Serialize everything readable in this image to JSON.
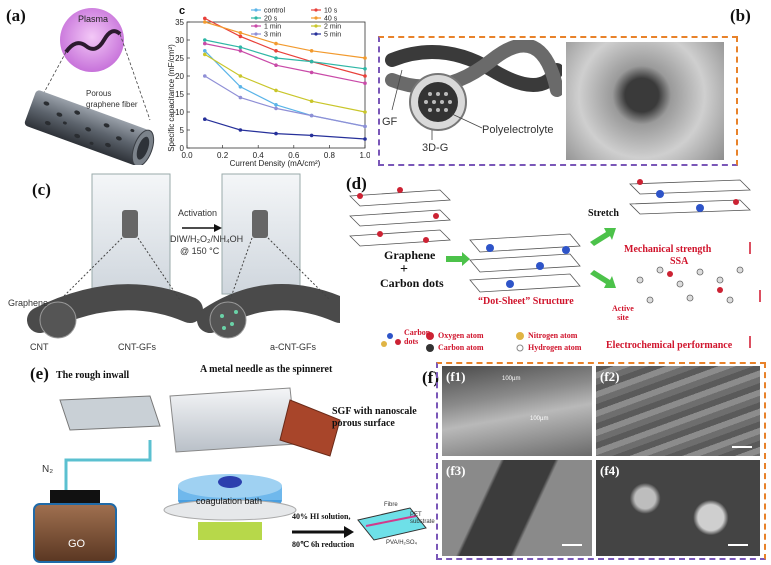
{
  "panels": {
    "a": {
      "tag": "(a)",
      "plasma": "Plasma",
      "fiber": "Porous\ngraphene fiber"
    },
    "b": {
      "tag": "(b)",
      "gf": "GF",
      "g3d": "3D-G",
      "poly": "Polyelectrolyte"
    },
    "c": {
      "tag": "(c)",
      "activation": "Activation",
      "cond1": "DIW/H₂O₂/NH₄OH",
      "cond2": "@ 150 °C",
      "graphene": "Graphene",
      "cnt": "CNT",
      "cntgf": "CNT-GFs",
      "acntgf": "a-CNT-GFs"
    },
    "d": {
      "tag": "(d)",
      "stretch": "Stretch",
      "graphene": "Graphene",
      "plus": "+",
      "cdots": "Carbon dots",
      "dotsheet": "“Dot-Sheet” Structure",
      "mech1": "Mechanical strength",
      "mech2": "SSA",
      "active": "Active\nsite",
      "legend_cdots": "Carbon\ndots",
      "oxygen": "Oxygen atom",
      "nitrogen": "Nitrogen atom",
      "carbon": "Carbon atom",
      "hydrogen": "Hydrogen atom",
      "electro": "Electrochemical performance"
    },
    "e": {
      "tag": "(e)",
      "inwall": "The rough inwall",
      "needle": "A metal needle as the spinneret",
      "sgf": "SGF with nanoscale\nporous surface",
      "n2": "N₂",
      "go": "GO",
      "bath": "coagulation bath",
      "hi1": "40% HI solution,",
      "hi2": "80℃ 6h reduction",
      "fibre": "Fibre",
      "pet": "PET\nsubstrate",
      "pva": "PVA/H₂SO₄"
    },
    "f": {
      "tag": "(f)",
      "f1": "(f1)",
      "f2": "(f2)",
      "f3": "(f3)",
      "f4": "(f4)",
      "s1": "100µm",
      "s2": "100µm"
    }
  },
  "colors": {
    "orange_dash": "#e8822a",
    "purple_dash": "#7a57b8",
    "plasma": "#d98ce8",
    "highlight_red": "#d0142c",
    "sem_gray": "#5d5d5d",
    "bath_blue": "#4a9fe0"
  },
  "chart_data": {
    "type": "line",
    "title": "c",
    "xlabel": "Current Density (mA/cm²)",
    "ylabel": "Specific capacitance (mF/cm²)",
    "xlim": [
      0,
      1.0
    ],
    "ylim": [
      0,
      35
    ],
    "xticks": [
      0.0,
      0.2,
      0.4,
      0.6,
      0.8,
      1.0
    ],
    "yticks": [
      0,
      5,
      10,
      15,
      20,
      25,
      30,
      35
    ],
    "x": [
      0.1,
      0.3,
      0.5,
      0.7,
      1.0
    ],
    "legend_position": "top-right",
    "series": [
      {
        "name": "control",
        "color": "#5ab4e8",
        "values": [
          27,
          17,
          12,
          9,
          6
        ]
      },
      {
        "name": "10 s",
        "color": "#e8403a",
        "values": [
          36,
          31,
          27,
          24,
          20
        ]
      },
      {
        "name": "20 s",
        "color": "#2fb7a6",
        "values": [
          30,
          28,
          25,
          24,
          22
        ]
      },
      {
        "name": "40 s",
        "color": "#f29a2e",
        "values": [
          35,
          32,
          29,
          27,
          25
        ]
      },
      {
        "name": "1 min",
        "color": "#c94aa8",
        "values": [
          29,
          27,
          23,
          21,
          18
        ]
      },
      {
        "name": "2 min",
        "color": "#c9c62a",
        "values": [
          26,
          20,
          16,
          13,
          10
        ]
      },
      {
        "name": "3 min",
        "color": "#8f8fd6",
        "values": [
          20,
          14,
          11,
          9,
          6
        ]
      },
      {
        "name": "5 min",
        "color": "#26309a",
        "values": [
          8,
          5,
          4,
          3.5,
          2.5
        ]
      }
    ]
  }
}
